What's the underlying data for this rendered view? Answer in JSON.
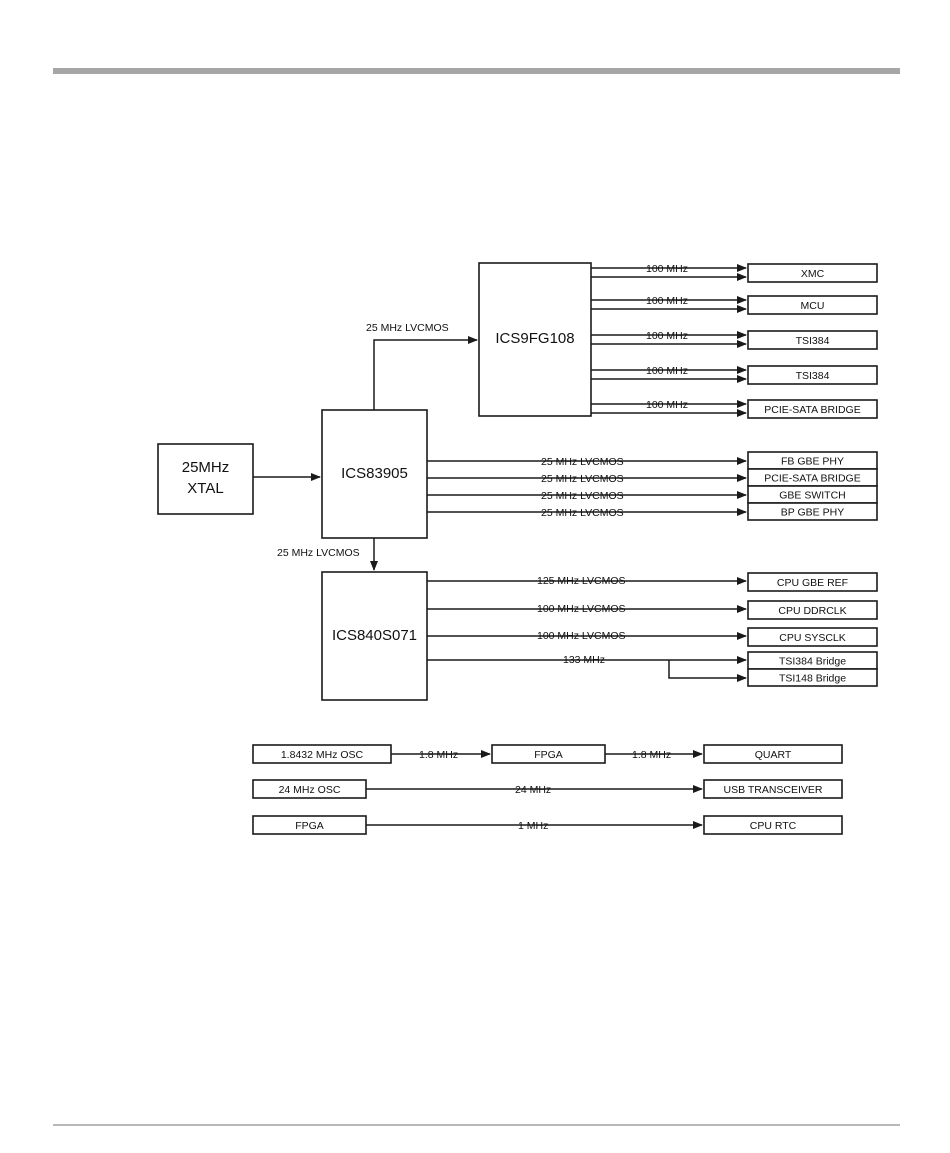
{
  "diagram": {
    "crystal": "25MHz XTAL",
    "crystal_lines": [
      "25MHz",
      "XTAL"
    ],
    "hub_a": "ICS83905",
    "hub_b": "ICS9FG108",
    "hub_c": "ICS840S071",
    "link_a_to_b": "25 MHz LVCMOS",
    "link_a_to_c": "25 MHz LVCMOS",
    "b_outputs": [
      {
        "label": "100 MHz",
        "target": "XMC"
      },
      {
        "label": "100 MHz",
        "target": "MCU"
      },
      {
        "label": "100 MHz",
        "target": "TSI384"
      },
      {
        "label": "100 MHz",
        "target": "TSI384"
      },
      {
        "label": "100 MHz",
        "target": "PCIE-SATA BRIDGE"
      }
    ],
    "a_outputs": [
      {
        "label": "25 MHz LVCMOS",
        "target": "FB GBE PHY"
      },
      {
        "label": "25 MHz LVCMOS",
        "target": "PCIE-SATA BRIDGE"
      },
      {
        "label": "25 MHz LVCMOS",
        "target": "GBE SWITCH"
      },
      {
        "label": "25 MHz LVCMOS",
        "target": "BP GBE PHY"
      }
    ],
    "c_outputs": [
      {
        "label": "125 MHz LVCMOS",
        "target": "CPU GBE REF"
      },
      {
        "label": "100 MHz LVCMOS",
        "target": "CPU DDRCLK"
      },
      {
        "label": "100 MHz LVCMOS",
        "target": "CPU SYSCLK"
      }
    ],
    "c_split": {
      "label": "133 MHz",
      "targets": [
        "TSI384 Bridge",
        "TSI148 Bridge"
      ]
    },
    "aux_chains": [
      {
        "source": "1.8432 MHz OSC",
        "link1": "1.8 MHz",
        "middle": "FPGA",
        "link2": "1.8 MHz",
        "target": "QUART"
      },
      {
        "source": "24 MHz OSC",
        "link1": "24 MHz",
        "target": "USB TRANSCEIVER"
      },
      {
        "source": "FPGA",
        "link1": "1 MHz",
        "target": "CPU RTC"
      }
    ]
  }
}
